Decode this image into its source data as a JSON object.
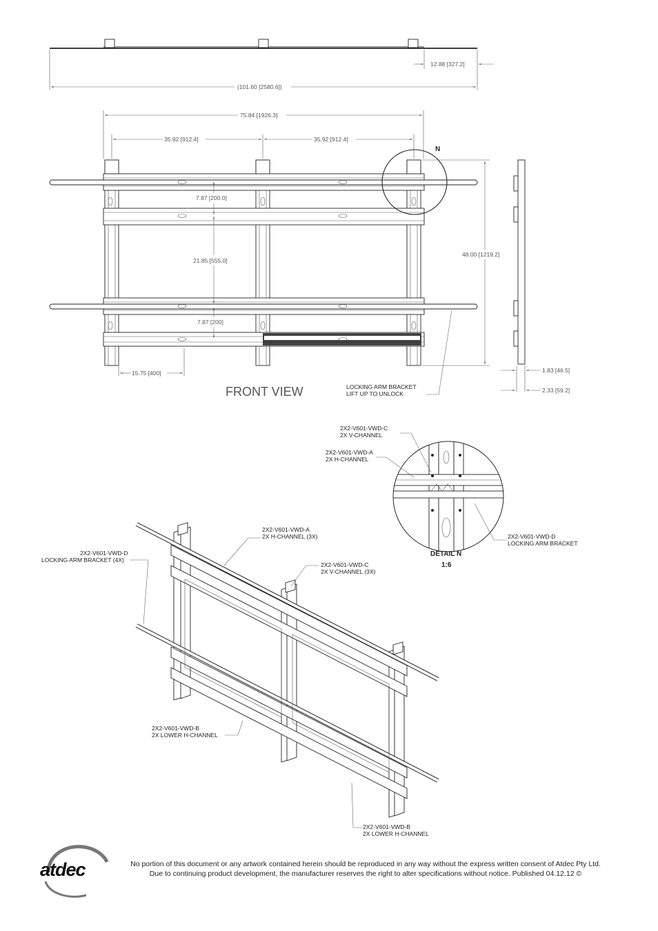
{
  "top_view": {
    "dim_depth": "12.88 [327.2]",
    "dim_width": "(101.60 [2580.6])"
  },
  "front_view": {
    "title": "FRONT VIEW",
    "dim_overall": "75.84 [1926.3]",
    "dim_left": "35.92 [912.4]",
    "dim_right": "35.92 [912.4]",
    "dim_v1": "7.87 [200.0]",
    "dim_v2": "21.85 [555.0]",
    "dim_v3": "7.87 [200]",
    "dim_bottom": "15.75 [400]",
    "dim_height": "48.00 [1219.2]",
    "detail_marker": "N",
    "locking_label_1": "LOCKING ARM BRACKET",
    "locking_label_2": "LIFT UP TO UNLOCK"
  },
  "side_view": {
    "dim_a": "1.83 [46.5]",
    "dim_b": "2.33 [59.2]"
  },
  "detail": {
    "title": "DETAIL N",
    "scale": "1:6",
    "c_code": "2X2-V601-VWD-C",
    "c_desc": "2X V-CHANNEL",
    "a_code": "2X2-V601-VWD-A",
    "a_desc": "2X H-CHANNEL",
    "d_code": "2X2-V601-VWD-D",
    "d_desc": "LOCKING ARM BRACKET"
  },
  "iso_view": {
    "a_code": "2X2-V601-VWD-A",
    "a_desc": "2X H-CHANNEL (3X)",
    "d_code": "2X2-V601-VWD-D",
    "d_desc": "LOCKING ARM BRACKET (4X)",
    "c_code": "2X2-V601-VWD-C",
    "c_desc": "2X V-CHANNEL (3X)",
    "b1_code": "2X2-V601-VWD-B",
    "b1_desc": "2X LOWER H-CHANNEL",
    "b2_code": "2X2-V601-VWD-B",
    "b2_desc": "2X LOWER H-CHANNEL"
  },
  "footer": {
    "logo": "atdec",
    "line1": "No portion of this document or any artwork contained herein should be reproduced in any way without the express written consent of Atdec Pty Ltd.",
    "line2": "Due to continuing product development, the manufacturer reserves the right to alter specifications without notice. Published 04.12.12 ©"
  }
}
